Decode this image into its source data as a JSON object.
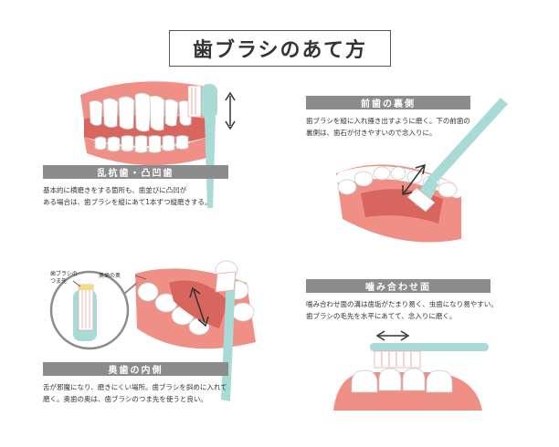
{
  "title": "歯ブラシのあて方",
  "sections": {
    "crowded": {
      "heading": "乱杭歯・凸凹歯",
      "desc": [
        "基本的に横磨きをする箇所も、歯並びに凸凹が",
        "ある場合は、歯ブラシを縦にあて1本ずつ縦磨きする。"
      ]
    },
    "front_inner": {
      "heading": "前歯の裏側",
      "desc": [
        "歯ブラシを縦に入れ掻き出すように磨く。下の前歯の",
        "裏側は、歯石が付きやすいので念入りに。"
      ]
    },
    "back_inner": {
      "heading": "奥歯の内側",
      "desc": [
        "舌が邪魔になり、磨きにくい場所。歯ブラシを斜めに入れて",
        "磨く。奥歯の奥は、歯ブラシのつま先を使うと良い。"
      ],
      "label_tip": [
        "歯ブラシの",
        "つま先"
      ],
      "label_back": "奥歯の奥"
    },
    "occlusal": {
      "heading": "噛み合わせ面",
      "desc": [
        "噛み合わせ面の溝は歯垢がたまり易く、虫歯になり易やすい。",
        "歯ブラシの毛先を水平にあてて、念入りに磨く。"
      ]
    }
  },
  "colors": {
    "gum": "#ef8f86",
    "gum_dark": "#d9665e",
    "tooth": "#ffffff",
    "brush": "#a9dbd6",
    "bar": "#8c8c8c"
  }
}
